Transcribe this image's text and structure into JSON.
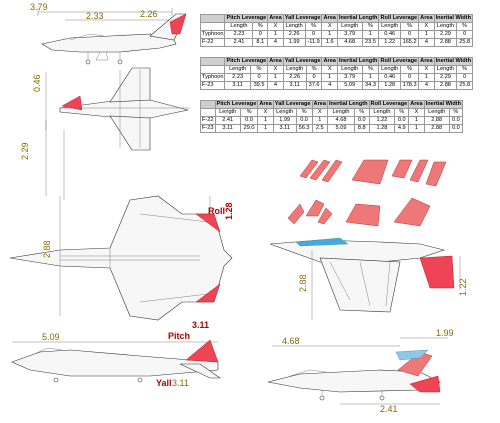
{
  "tables": [
    {
      "headers": [
        "Pitch Leverage",
        "Area",
        "Yall Leverage",
        "Area",
        "Inertial Length",
        "Roll Leverage",
        "Area",
        "Inertial Width"
      ],
      "subheaders": [
        "Length",
        "%",
        "X",
        "Length",
        "%",
        "X",
        "Length",
        "%",
        "Length",
        "%",
        "X",
        "Length",
        "%"
      ],
      "rows": [
        {
          "name": "Typhoon",
          "cells": [
            "2.23",
            "0",
            "1",
            "2.26",
            "0",
            "1",
            "3.79",
            "1",
            "0.46",
            "0",
            "1",
            "2.29",
            "0"
          ]
        },
        {
          "name": "F-22",
          "cells": [
            "2.41",
            "8.1",
            "4",
            "1.99",
            "-11.9",
            "1.6",
            "4.68",
            "23.5",
            "1.22",
            "165.2",
            "4",
            "2.88",
            "25.8"
          ]
        }
      ]
    },
    {
      "headers": [
        "Pitch Leverage",
        "Area",
        "Yall Leverage",
        "Area",
        "Inertial Length",
        "Roll Leverage",
        "Area",
        "Inertial Width"
      ],
      "subheaders": [
        "Length",
        "%",
        "X",
        "Length",
        "%",
        "X",
        "Length",
        "%",
        "Length",
        "%",
        "X",
        "Length",
        "%"
      ],
      "rows": [
        {
          "name": "Typhoon",
          "cells": [
            "2.23",
            "0",
            "1",
            "2.26",
            "0",
            "1",
            "3.79",
            "1",
            "0.46",
            "0",
            "1",
            "2.29",
            "0"
          ]
        },
        {
          "name": "F-23",
          "cells": [
            "3.11",
            "39.5",
            "4",
            "3.11",
            "37.6",
            "4",
            "5.09",
            "34.3",
            "1.28",
            "178.3",
            "4",
            "2.88",
            "25.8"
          ]
        }
      ]
    },
    {
      "headers": [
        "Pitch Leverage",
        "Area",
        "Yall Leverage",
        "Area",
        "Inertial Length",
        "Roll Leverage",
        "Area",
        "Inertial Width"
      ],
      "subheaders": [
        "Length",
        "%",
        "X",
        "Length",
        "%",
        "X",
        "Length",
        "%",
        "Length",
        "%",
        "X",
        "Length",
        "%"
      ],
      "rows": [
        {
          "name": "F-22",
          "cells": [
            "2.41",
            "0.0",
            "1",
            "1.99",
            "0.0",
            "1",
            "4.68",
            "0.0",
            "1.22",
            "0.0",
            "1",
            "2.88",
            "0.0"
          ]
        },
        {
          "name": "F-23",
          "cells": [
            "3.11",
            "29.0",
            "1",
            "3.11",
            "56.3",
            "2.5",
            "5.09",
            "8.8",
            "1.28",
            "4.9",
            "1",
            "2.88",
            "0.0"
          ]
        }
      ]
    }
  ],
  "dimensions": {
    "typhoon_side_length": "3.79",
    "typhoon_side_pitch": "2.33",
    "typhoon_side_yaw": "2.26",
    "typhoon_top_roll": "0.46",
    "typhoon_top_width": "2.29",
    "f23_top_width": "2.88",
    "f23_roll": "1.28",
    "f23_roll_label": "Roll",
    "f23_pitch_value": "3.11",
    "f23_side_length": "5.09",
    "f23_pitch_label": "Pitch",
    "f23_yaw_label": "Yall",
    "f23_yaw_value": "3.11",
    "f22_front_width": "2.88",
    "f22_front_roll": "1.22",
    "f22_side_length": "4.68",
    "f22_side_yaw": "1.99",
    "f22_side_pitch": "2.41"
  },
  "colors": {
    "highlight": "#e45555",
    "dimension_text": "#8a6a00",
    "label_red": "#b00000",
    "header_gray": "#cfcfcf"
  }
}
